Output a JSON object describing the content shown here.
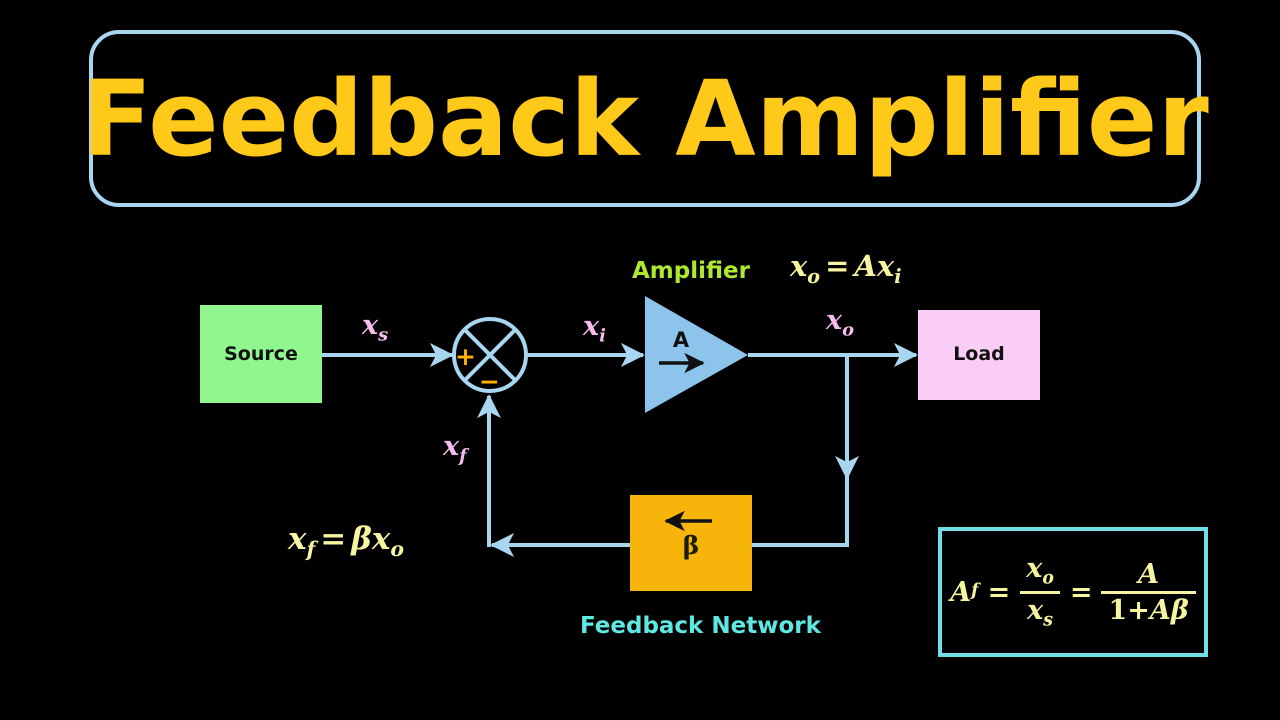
{
  "title": {
    "text": "Feedback Amplifier",
    "color": "#ffc91a",
    "border_color": "#a8d6f0"
  },
  "diagram": {
    "blocks": {
      "source": {
        "label": "Source",
        "fill": "#90f790",
        "text_color": "#111111"
      },
      "load": {
        "label": "Load",
        "fill": "#f9cdf5",
        "text_color": "#111111"
      },
      "amplifier": {
        "label": "A",
        "caption": "Amplifier",
        "fill": "#8cc4ec",
        "caption_color": "#aee830"
      },
      "feedback": {
        "label": "β",
        "caption": "Feedback Network",
        "fill": "#f7b40b",
        "caption_color": "#5fe8e2"
      },
      "summing_junction": {
        "plus": "+",
        "minus": "−",
        "sign_color": "#ffb000",
        "stroke": "#a8d6f0"
      }
    },
    "signals": [
      {
        "name": "source-signal",
        "base": "x",
        "sub": "s",
        "color": "#f6bdee"
      },
      {
        "name": "input-signal",
        "base": "x",
        "sub": "i",
        "color": "#f6bdee"
      },
      {
        "name": "output-signal",
        "base": "x",
        "sub": "o",
        "color": "#f6bdee"
      },
      {
        "name": "feedback-signal",
        "base": "x",
        "sub": "f",
        "color": "#f6bdee"
      }
    ],
    "wire_color": "#a8d6f0"
  },
  "equations": {
    "gain": {
      "lhs_base": "x",
      "lhs_sub": "o",
      "eq": "=",
      "rhs_a": "A",
      "rhs_base": "x",
      "rhs_sub": "i",
      "plain": "x_o = A x_i"
    },
    "feedback": {
      "lhs_base": "x",
      "lhs_sub": "f",
      "eq": "=",
      "rhs_beta": "β",
      "rhs_base": "x",
      "rhs_sub": "o",
      "plain": "x_f = β x_o"
    },
    "closed_loop": {
      "lhs_base": "A",
      "lhs_sub": "f",
      "eq1": "=",
      "frac1_num_base": "x",
      "frac1_num_sub": "o",
      "frac1_den_base": "x",
      "frac1_den_sub": "s",
      "eq2": "=",
      "frac2_num": "A",
      "frac2_den_one": "1",
      "frac2_den_plus": "+",
      "frac2_den_a": "A",
      "frac2_den_beta": "β",
      "plain": "A_f = x_o / x_s = A / (1 + Aβ)",
      "border_color": "#6fe0e8"
    }
  }
}
